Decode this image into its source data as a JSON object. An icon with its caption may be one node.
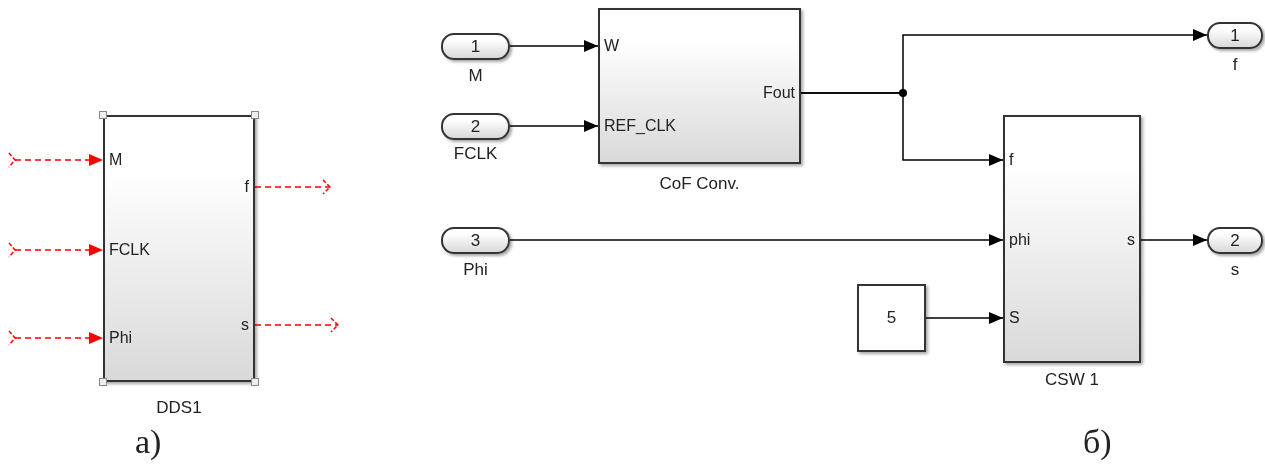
{
  "diagram": {
    "nodes": [
      {
        "text": [
          "M",
          "FCLK",
          "Phi",
          "f",
          "s"
        ],
        "beside": [
          "DDS1"
        ]
      },
      {
        "text": [
          "1"
        ],
        "beside": [
          "M"
        ]
      },
      {
        "text": [
          "2"
        ],
        "beside": [
          "FCLK"
        ]
      },
      {
        "text": [
          "W",
          "REF_CLK",
          "Fout"
        ],
        "beside": [
          "CoF Conv."
        ]
      },
      {
        "text": [
          "1"
        ],
        "beside": [
          "f"
        ]
      },
      {
        "text": [
          "3"
        ],
        "beside": [
          "Phi"
        ]
      },
      {
        "text": [
          "f",
          "phi",
          "S",
          "s"
        ],
        "beside": [
          "CSW 1"
        ]
      },
      {
        "text": [
          "2"
        ],
        "beside": [
          "s"
        ]
      },
      {
        "text": [
          "5"
        ]
      }
    ],
    "edges": [
      {
        "from": null,
        "to": 0,
        "arrow": "to",
        "style": "dashed",
        "color": "#ff0000"
      },
      {
        "from": null,
        "to": 0,
        "arrow": "to",
        "style": "dashed",
        "color": "#ff0000"
      },
      {
        "from": null,
        "to": 0,
        "arrow": "to",
        "style": "dashed",
        "color": "#ff0000"
      },
      {
        "from": 0,
        "to": null,
        "arrow": "to",
        "style": "dashed",
        "color": "#ff0000"
      },
      {
        "from": 0,
        "to": null,
        "arrow": "to",
        "style": "dashed",
        "color": "#ff0000"
      },
      {
        "from": 1,
        "to": 3,
        "arrow": "to"
      },
      {
        "from": 2,
        "to": 3,
        "arrow": "to"
      },
      {
        "from": 3,
        "to": 4,
        "arrow": "to"
      },
      {
        "from": 3,
        "to": 6,
        "arrow": "to"
      },
      {
        "from": 5,
        "to": 6,
        "arrow": "to"
      },
      {
        "from": 8,
        "to": 6,
        "arrow": "to"
      },
      {
        "from": 6,
        "to": 7,
        "arrow": "to"
      }
    ],
    "labels": [
      "а)",
      "б)"
    ]
  }
}
